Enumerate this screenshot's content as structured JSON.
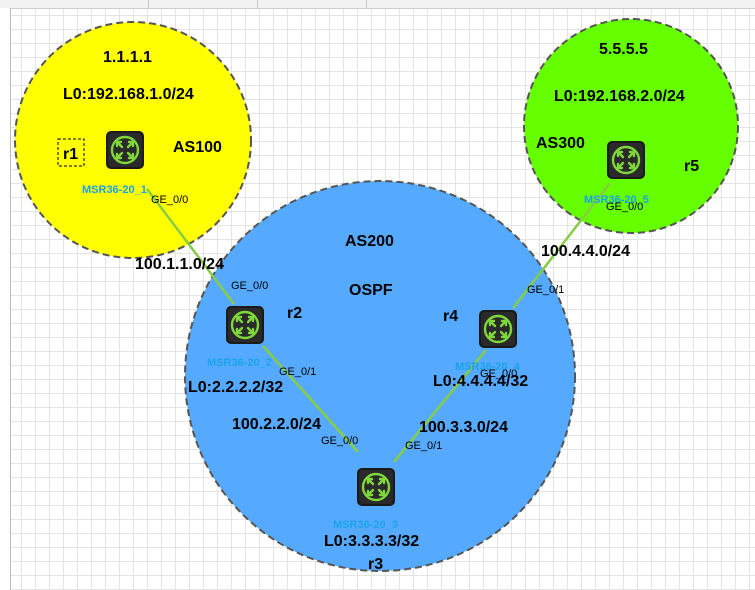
{
  "colors": {
    "as100_fill": "#ffff00",
    "as200_fill": "#55aaff",
    "as300_fill": "#66ff00",
    "link": "#88cc44",
    "device_label": "#1aa3e8",
    "router_body": "#1a1a1a",
    "router_glyph": "#7fd83a"
  },
  "areas": {
    "as100": {
      "router_id": "1.1.1.1",
      "loopback": "L0:192.168.1.0/24",
      "name": "AS100"
    },
    "as200": {
      "name": "AS200",
      "protocol": "OSPF"
    },
    "as300": {
      "router_id": "5.5.5.5",
      "loopback": "L0:192.168.2.0/24",
      "name": "AS300"
    }
  },
  "routers": {
    "r1": {
      "name": "r1",
      "model": "MSR36-20_1",
      "icon": "router-icon"
    },
    "r2": {
      "name": "r2",
      "model": "MSR36-20_2",
      "loopback": "L0:2.2.2.2/32",
      "icon": "router-icon"
    },
    "r3": {
      "name": "r3",
      "model": "MSR36-20_3",
      "loopback": "L0:3.3.3.3/32",
      "icon": "router-icon"
    },
    "r4": {
      "name": "r4",
      "model": "MSR36-20_4",
      "loopback": "L0:4.4.4.4/32",
      "icon": "router-icon"
    },
    "r5": {
      "name": "r5",
      "model": "MSR36-20_5",
      "icon": "router-icon"
    }
  },
  "links": {
    "r1_r2": {
      "subnet": "100.1.1.0/24",
      "port_a": "GE_0/0",
      "port_b": "GE_0/0"
    },
    "r2_r3": {
      "subnet": "100.2.2.0/24",
      "port_a": "GE_0/1",
      "port_b": "GE_0/0"
    },
    "r3_r4": {
      "subnet": "100.3.3.0/24",
      "port_a": "GE_0/1",
      "port_b": "GE_0/0"
    },
    "r4_r5": {
      "subnet": "100.4.4.0/24",
      "port_a": "GE_0/1",
      "port_b": "GE_0/0"
    }
  }
}
